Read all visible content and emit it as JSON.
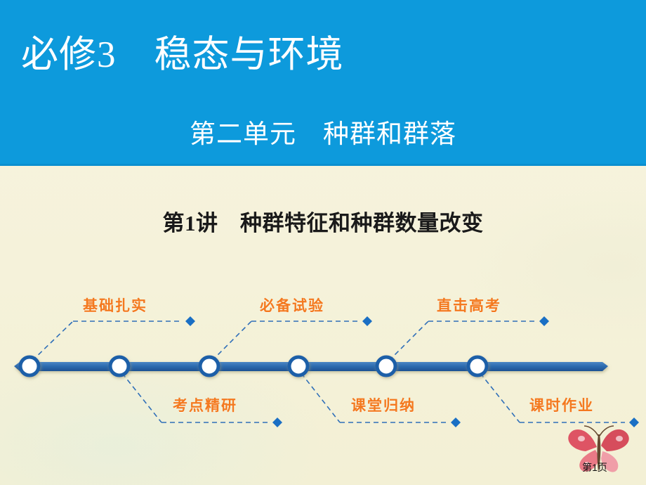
{
  "header": {
    "title": "必修3　稳态与环境",
    "unit": "第二单元　种群和群落",
    "background_color": "#0d9adc",
    "text_color": "#ffffff"
  },
  "body": {
    "background_color": "#f5f2da",
    "lesson_title": "第1讲　种群特征和种群数量改变"
  },
  "timeline": {
    "line_color": "#2a6bb0",
    "node_fill": "#ffffff",
    "node_ring": "#1d5ea8",
    "connector_color": "#2f6fb8",
    "label_color": "#f4791f",
    "nodes": [
      {
        "label": "基础扎实",
        "position": "top",
        "index": 1
      },
      {
        "label": "考点精研",
        "position": "bottom",
        "index": 2
      },
      {
        "label": "必备试验",
        "position": "top",
        "index": 3
      },
      {
        "label": "课堂归纳",
        "position": "bottom",
        "index": 4
      },
      {
        "label": "直击高考",
        "position": "top",
        "index": 5
      },
      {
        "label": "课时作业",
        "position": "bottom",
        "index": 6
      }
    ]
  },
  "decoration": {
    "butterfly_icon": "butterfly-icon",
    "butterfly_color": "#d82a3c",
    "butterfly_accent": "#f07f96"
  },
  "footer": {
    "page_number": "第1页"
  }
}
